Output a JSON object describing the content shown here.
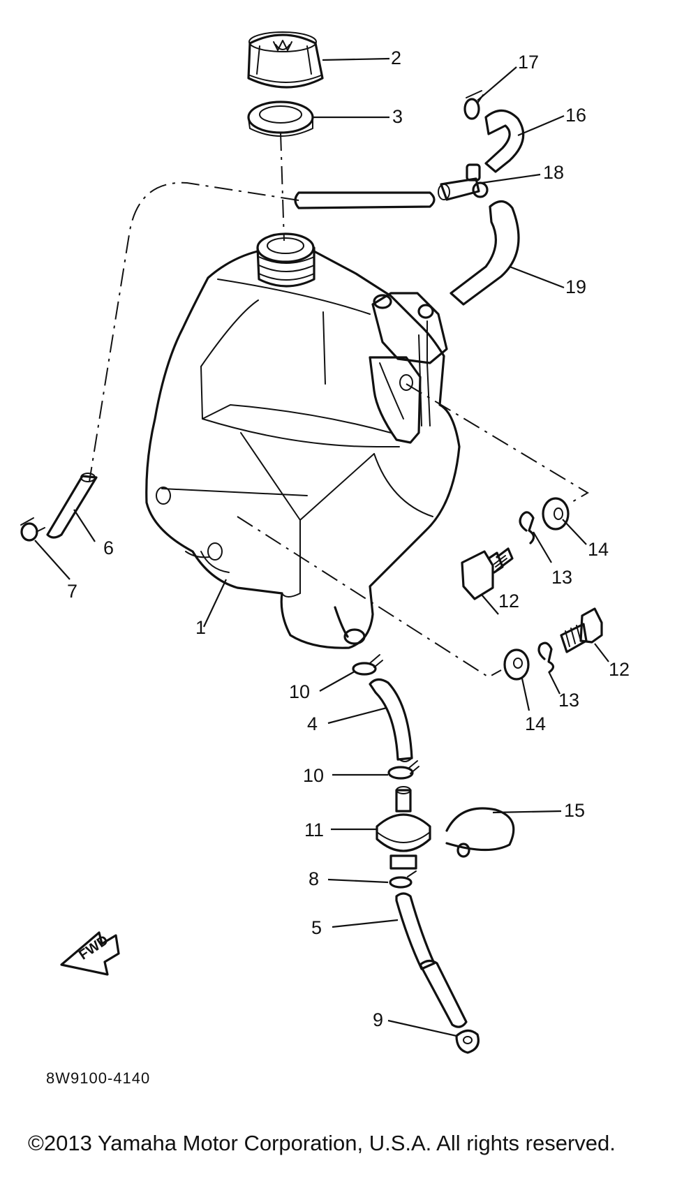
{
  "diagram_code": "8W9100-4140",
  "copyright": "©2013 Yamaha Motor Corporation, U.S.A. All rights reserved.",
  "fwd_label": "FWD",
  "callouts": {
    "c1": "1",
    "c2": "2",
    "c3": "3",
    "c4": "4",
    "c5": "5",
    "c6": "6",
    "c7": "7",
    "c8": "8",
    "c9": "9",
    "c10a": "10",
    "c10b": "10",
    "c11": "11",
    "c12a": "12",
    "c12b": "12",
    "c13a": "13",
    "c13b": "13",
    "c14a": "14",
    "c14b": "14",
    "c15": "15",
    "c16": "16",
    "c17": "17",
    "c18": "18",
    "c19": "19"
  }
}
